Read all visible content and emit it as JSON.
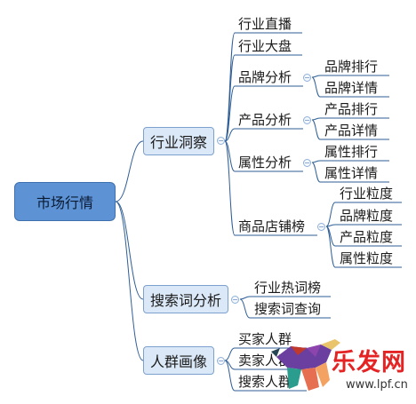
{
  "root": {
    "label": "市场行情"
  },
  "branches": [
    {
      "label": "行业洞察",
      "children": [
        {
          "label": "行业直播"
        },
        {
          "label": "行业大盘"
        },
        {
          "label": "品牌分析",
          "children": [
            "品牌排行",
            "品牌详情"
          ]
        },
        {
          "label": "产品分析",
          "children": [
            "产品排行",
            "产品详情"
          ]
        },
        {
          "label": "属性分析",
          "children": [
            "属性排行",
            "属性详情"
          ]
        },
        {
          "label": "商品店铺榜",
          "children": [
            "行业粒度",
            "品牌粒度",
            "产品粒度",
            "属性粒度"
          ]
        }
      ]
    },
    {
      "label": "搜索词分析",
      "children": [
        {
          "label": "行业热词榜"
        },
        {
          "label": "搜索词查询"
        }
      ]
    },
    {
      "label": "人群画像",
      "children": [
        {
          "label": "买家人群"
        },
        {
          "label": "卖家人群"
        },
        {
          "label": "搜索人群"
        }
      ]
    }
  ],
  "watermark": {
    "brand": "乐发网",
    "url": "www.lpf.cn"
  },
  "colors": {
    "connector": "#2f5e96",
    "root_fill": "#5d93d5",
    "node_fill": "#dbe8f7",
    "node_border": "#7da1cf"
  }
}
